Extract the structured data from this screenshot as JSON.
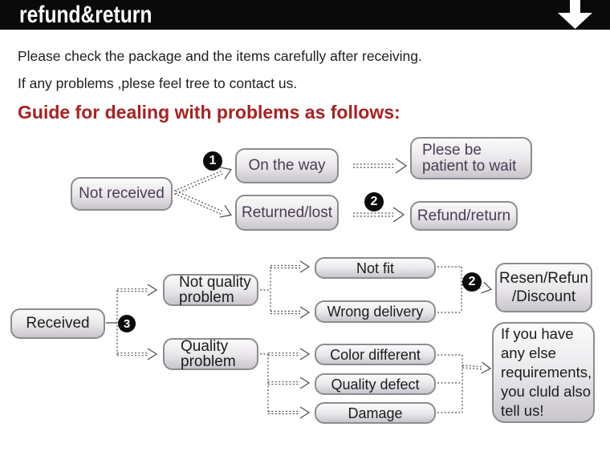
{
  "header": {
    "title": "refund&return",
    "arrow_icon": "down-arrow"
  },
  "intro": {
    "line1": "Please check the package and the items carefully after receiving.",
    "line2": "If any problems ,plese feel tree to contact us."
  },
  "guide": {
    "heading": "Guide for dealing with problems as follows:"
  },
  "colors": {
    "banner_bg": "#0a0a0a",
    "heading_red": "#a92121",
    "flow1_text_purple": "#4b3a54",
    "flow2_text_black": "#1c1c1c",
    "box_border_gray": "#8d8b91"
  },
  "flow1": {
    "not_received": "Not received",
    "badge1": "1",
    "on_the_way": "On the way",
    "returned_lost": "Returned/lost",
    "patient_lines": [
      "Plese be",
      "patient to wait"
    ],
    "badge2": "2",
    "refund_return": "Refund/return"
  },
  "flow2": {
    "received": "Received",
    "badge3": "3",
    "not_quality_lines": [
      "Not quality",
      "problem"
    ],
    "quality_lines": [
      "Quality",
      "problem"
    ],
    "not_fit": "Not fit",
    "wrong_delivery": "Wrong delivery",
    "badge2": "2",
    "resen_lines": [
      "Resen/Refun",
      "/Discount"
    ],
    "color_different": "Color different",
    "quality_defect": "Quality defect",
    "damage": "Damage",
    "note_lines": [
      "If you have",
      "any else",
      "requirements,",
      "you cluld also",
      "tell us!"
    ]
  }
}
